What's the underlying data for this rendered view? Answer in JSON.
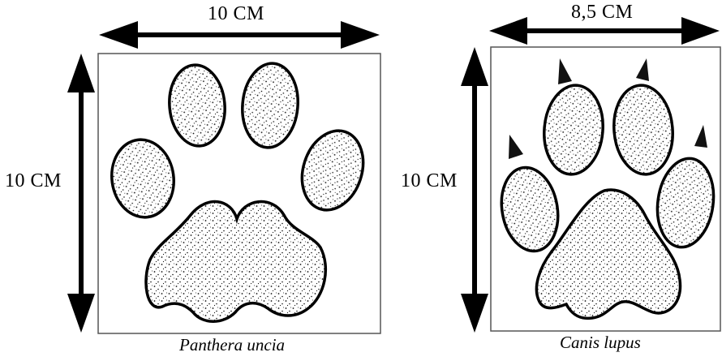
{
  "left_panel": {
    "width_label": "10 CM",
    "height_label": "10 CM",
    "caption": "Panthera uncia"
  },
  "right_panel": {
    "width_label": "8,5 CM",
    "height_label": "10 CM",
    "caption": "Canis lupus"
  }
}
